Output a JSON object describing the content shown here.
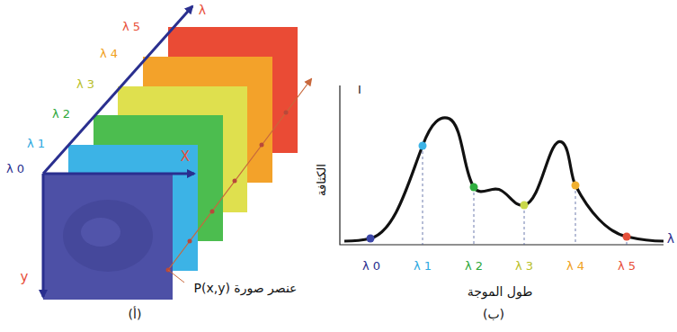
{
  "diagram": {
    "labels": [
      "λ",
      "λ 5",
      "λ 4",
      "λ 3",
      "λ 2",
      "λ 1",
      "λ 0",
      "X",
      "y",
      "عنصر صورة P(x,y)",
      "(أ)",
      "I",
      "الكثافة",
      "λ",
      "λ 0",
      "λ 1",
      "λ 2",
      "λ 3",
      "λ 4",
      "λ 5",
      "طول الموجة",
      "(ب)"
    ]
  }
}
